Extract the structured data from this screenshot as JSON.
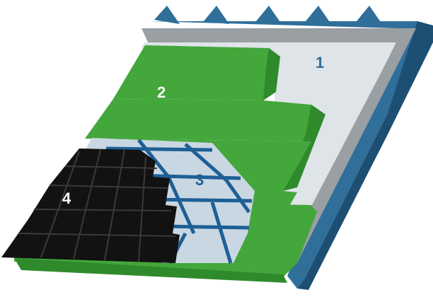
{
  "diagram": {
    "labels": [
      {
        "id": "layer-1",
        "text": "1"
      },
      {
        "id": "layer-2",
        "text": "2"
      },
      {
        "id": "layer-3",
        "text": "3"
      },
      {
        "id": "layer-4",
        "text": "4"
      }
    ],
    "colors": {
      "deck": "#2f6f9a",
      "deck_dark": "#1d4f73",
      "membrane_gray": "#9a9fa3",
      "sheet_light": "#dfe4e8",
      "green": "#43a73b",
      "green_dark": "#2f8a2c",
      "tile_light": "#c9d7e3",
      "grid_blue": "#1e5f95",
      "black_tiles": "#121212"
    }
  }
}
